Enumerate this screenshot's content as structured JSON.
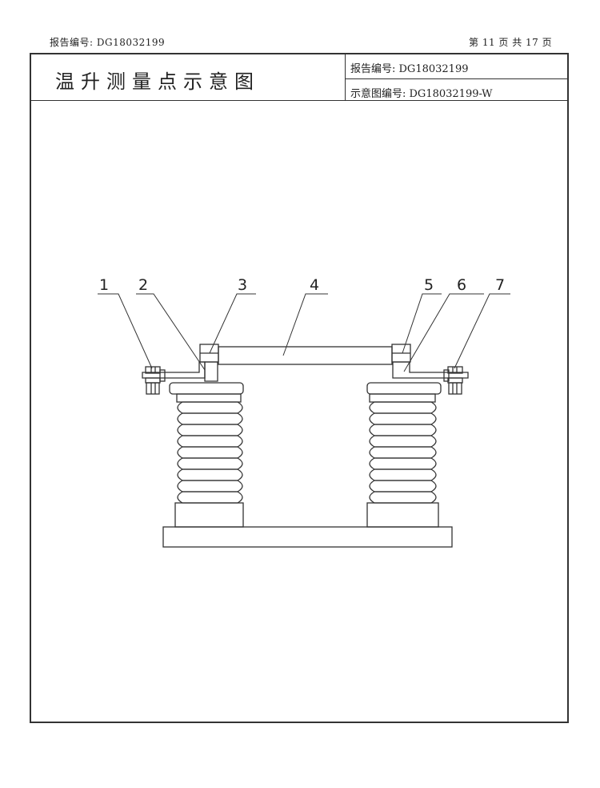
{
  "header": {
    "left": "报告编号: DG18032199",
    "right": "第 11 页 共 17 页"
  },
  "title_block": {
    "title": "温升测量点示意图",
    "report_no": "报告编号: DG18032199",
    "diagram_no": "示意图编号: DG18032199-W"
  },
  "callouts": [
    "1",
    "2",
    "3",
    "4",
    "5",
    "6",
    "7"
  ]
}
